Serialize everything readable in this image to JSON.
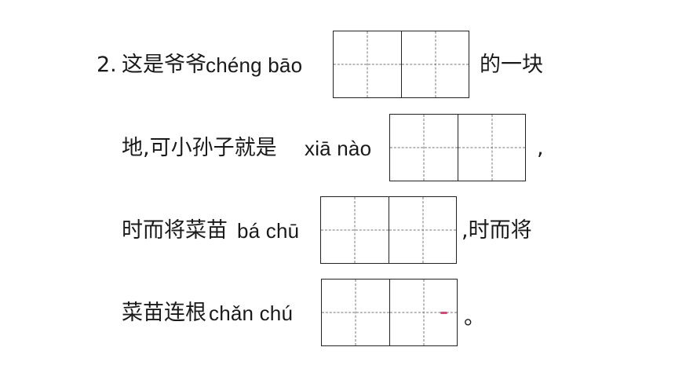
{
  "question": {
    "number": "2.",
    "line1": {
      "text": "这是爷爷",
      "pinyin": "chéng bāo",
      "after": "的一块"
    },
    "line2": {
      "text": "地,可小孙子就是",
      "pinyin": "xiā nào",
      "after": ","
    },
    "line3": {
      "text": "时而将菜苗",
      "pinyin": "bá chū",
      "after": ",时而将"
    },
    "line4": {
      "text": "菜苗连根",
      "pinyin": "chǎn chú",
      "after": "。"
    }
  }
}
